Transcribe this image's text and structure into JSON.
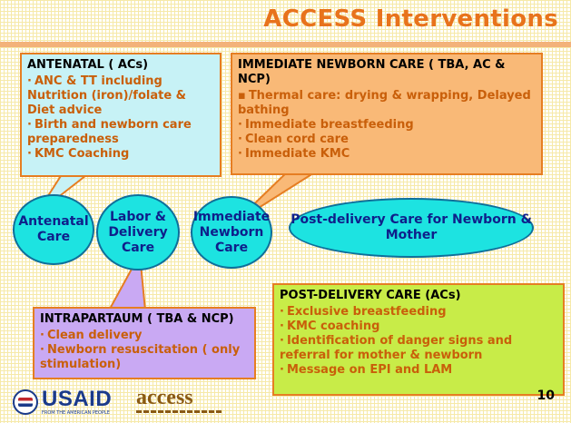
{
  "title": "ACCESS Interventions",
  "colors": {
    "title": "#e8731c",
    "callout_border": "#e67e22",
    "antenatal_box": "#c7f2f6",
    "immediate_box": "#f9b977",
    "intrapartum_box": "#c9a9f3",
    "postdelivery_box": "#c8ec48",
    "stage_fill": "#1de3e1",
    "stage_text": "#0f1f8a",
    "item_text": "#c95f0a"
  },
  "stages": {
    "antenatal": "Antenatal Care",
    "labor": "Labor & Delivery Care",
    "immediate": "Immediate Newborn Care",
    "post": "Post-delivery Care for Newborn & Mother"
  },
  "callouts": {
    "antenatal": {
      "heading": "ANTENATAL ( ACs)",
      "items": [
        "ANC & TT including Nutrition (iron)/folate & Diet advice",
        "Birth and newborn care preparedness",
        "KMC Coaching"
      ]
    },
    "immediate": {
      "heading": "IMMEDIATE NEWBORN CARE ( TBA, AC & NCP)",
      "items": [
        "Thermal care: drying & wrapping,  Delayed bathing",
        "Immediate breastfeeding",
        "Clean cord care",
        "Immediate KMC"
      ]
    },
    "intrapartum": {
      "heading": "INTRAPARTAUM ( TBA & NCP)",
      "items": [
        "Clean delivery",
        "Newborn resuscitation ( only stimulation)"
      ]
    },
    "post": {
      "heading": "POST-DELIVERY CARE (ACs)",
      "items": [
        "Exclusive breastfeeding",
        "KMC coaching",
        "Identification of danger signs and referral for mother & newborn",
        "Message on EPI and LAM"
      ]
    }
  },
  "footer": {
    "usaid": "USAID",
    "usaid_sub": "FROM THE AMERICAN PEOPLE",
    "access": "access",
    "page": "10"
  }
}
